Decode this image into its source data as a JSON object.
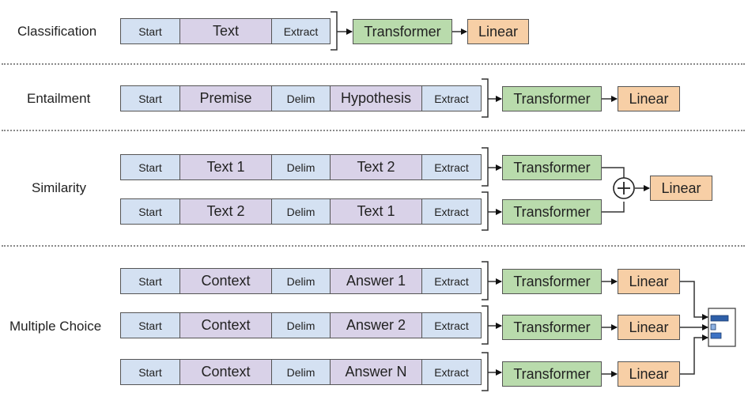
{
  "tasks": {
    "classification": {
      "label": "Classification",
      "tokens": [
        "Start",
        "Text",
        "Extract"
      ],
      "model": "Transformer",
      "head": "Linear"
    },
    "entailment": {
      "label": "Entailment",
      "tokens": [
        "Start",
        "Premise",
        "Delim",
        "Hypothesis",
        "Extract"
      ],
      "model": "Transformer",
      "head": "Linear"
    },
    "similarity": {
      "label": "Similarity",
      "rows": [
        {
          "tokens": [
            "Start",
            "Text 1",
            "Delim",
            "Text 2",
            "Extract"
          ],
          "model": "Transformer"
        },
        {
          "tokens": [
            "Start",
            "Text 2",
            "Delim",
            "Text 1",
            "Extract"
          ],
          "model": "Transformer"
        }
      ],
      "combine": "+",
      "head": "Linear"
    },
    "multiple_choice": {
      "label": "Multiple Choice",
      "rows": [
        {
          "tokens": [
            "Start",
            "Context",
            "Delim",
            "Answer 1",
            "Extract"
          ],
          "model": "Transformer",
          "head": "Linear"
        },
        {
          "tokens": [
            "Start",
            "Context",
            "Delim",
            "Answer 2",
            "Extract"
          ],
          "model": "Transformer",
          "head": "Linear"
        },
        {
          "tokens": [
            "Start",
            "Context",
            "Delim",
            "Answer N",
            "Extract"
          ],
          "model": "Transformer",
          "head": "Linear"
        }
      ]
    }
  },
  "colors": {
    "special_token": "#d4e1f2",
    "text_token": "#d9d2e8",
    "transformer": "#b9dbac",
    "linear": "#f7cfa6",
    "softmax_bar": "#2e5fa8"
  },
  "icons": {
    "combine": "plus-circle-icon",
    "output": "softmax-bar-icon"
  }
}
